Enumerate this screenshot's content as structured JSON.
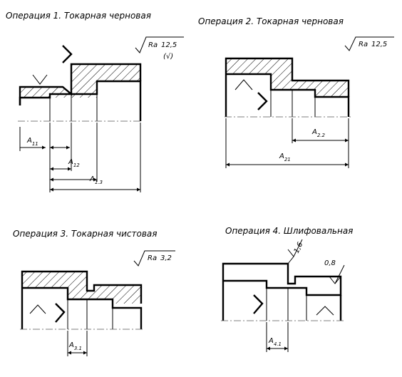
{
  "operations": [
    {
      "title": "Операция 1. Токарная черновая",
      "roughness": {
        "prefix": "Ra",
        "value": "12,5",
        "note": "(√)"
      },
      "dims": [
        {
          "letter": "A",
          "sub": "11"
        },
        {
          "letter": "A",
          "sub": "12"
        },
        {
          "letter": "A",
          "sub": "1.3"
        }
      ]
    },
    {
      "title": "Операция 2. Токарная черновая",
      "roughness": {
        "prefix": "Ra",
        "value": "12,5"
      },
      "dims": [
        {
          "letter": "A",
          "sub": "2.2"
        },
        {
          "letter": "A",
          "sub": "21"
        }
      ]
    },
    {
      "title": "Операция 3. Токарная чистовая",
      "roughness": {
        "prefix": "Ra",
        "value": "3,2"
      },
      "dims": [
        {
          "letter": "A",
          "sub": "3.1"
        }
      ]
    },
    {
      "title": "Операция 4. Шлифовальная",
      "roughness_marks": [
        "1,6",
        "0,8"
      ],
      "dims": [
        {
          "letter": "A",
          "sub": "4.1"
        }
      ]
    }
  ]
}
